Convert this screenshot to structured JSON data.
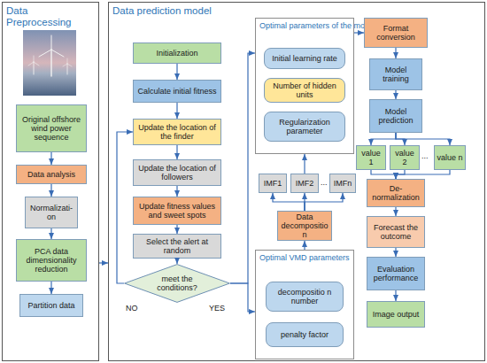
{
  "diagram": {
    "nodes": [
      {
        "text": [
          "Data Preprocessing"
        ]
      },
      {
        "text": [
          "Original offshore wind power sequence"
        ],
        "in": 0
      },
      {
        "text": [
          "Data analysis"
        ],
        "in": 0
      },
      {
        "text": [
          "Normalizati-on"
        ],
        "in": 0
      },
      {
        "text": [
          "PCA data dimensionality reduction"
        ],
        "in": 0
      },
      {
        "text": [
          "Partition data"
        ],
        "in": 0
      },
      {
        "text": [
          "Data prediction model"
        ]
      },
      {
        "text": [
          "Initialization"
        ],
        "in": 6
      },
      {
        "text": [
          "Calculate initial fitness"
        ],
        "in": 6
      },
      {
        "text": [
          "Update the location of the finder"
        ],
        "in": 6
      },
      {
        "text": [
          "Update the location of followers"
        ],
        "in": 6
      },
      {
        "text": [
          "Update fitness values and sweet spots"
        ],
        "in": 6
      },
      {
        "text": [
          "Select the alert at random"
        ],
        "in": 6
      },
      {
        "text": [
          "meet the conditions?"
        ],
        "in": 6
      },
      {
        "text": [
          "Optimal parameters of the model"
        ],
        "in": 6
      },
      {
        "text": [
          "Initial learning rate"
        ],
        "in": 14
      },
      {
        "text": [
          "Number of hidden units"
        ],
        "in": 14
      },
      {
        "text": [
          "Regularization parameter"
        ],
        "in": 14
      },
      {
        "text": [
          "IMF1"
        ],
        "in": 6
      },
      {
        "text": [
          "IMF2"
        ],
        "in": 6
      },
      {
        "text": [
          "IMFn"
        ],
        "in": 6
      },
      {
        "text": [
          "Data decompositio n"
        ],
        "in": 6
      },
      {
        "text": [
          "Optimal VMD parameters"
        ],
        "in": 6
      },
      {
        "text": [
          "decompositio n number"
        ],
        "in": 22
      },
      {
        "text": [
          "penalty factor"
        ],
        "in": 22
      },
      {
        "text": [
          "Format conversion"
        ],
        "in": 6
      },
      {
        "text": [
          "Model training"
        ],
        "in": 6
      },
      {
        "text": [
          "Model prediction"
        ],
        "in": 6
      },
      {
        "text": [
          "value 1"
        ],
        "in": 6
      },
      {
        "text": [
          "value 2"
        ],
        "in": 6
      },
      {
        "text": [
          "value n"
        ],
        "in": 6
      },
      {
        "text": [
          "De-normalization"
        ],
        "in": 6
      },
      {
        "text": [
          "Forecast the outcome"
        ],
        "in": 6
      },
      {
        "text": [
          "Evaluation performance"
        ],
        "in": 6
      },
      {
        "text": [
          "Image output"
        ],
        "in": 6
      }
    ],
    "edges": [
      {
        "from": 1,
        "to": 2,
        "arrow": "to"
      },
      {
        "from": 2,
        "to": 3,
        "arrow": "to"
      },
      {
        "from": 3,
        "to": 4,
        "arrow": "to"
      },
      {
        "from": 4,
        "to": 5,
        "arrow": "to"
      },
      {
        "from": 0,
        "to": 6,
        "arrow": "to"
      },
      {
        "from": 7,
        "to": 8,
        "arrow": "to"
      },
      {
        "from": 8,
        "to": 9,
        "arrow": "to"
      },
      {
        "from": 9,
        "to": 10,
        "arrow": "to"
      },
      {
        "from": 10,
        "to": 11,
        "arrow": "to"
      },
      {
        "from": 11,
        "to": 12,
        "arrow": "to"
      },
      {
        "from": 12,
        "to": 13,
        "arrow": "to"
      },
      {
        "from": 13,
        "to": 9,
        "label": "NO",
        "arrow": "to"
      },
      {
        "from": 13,
        "to": 14,
        "label": "YES",
        "arrow": "to"
      },
      {
        "from": 13,
        "to": 22,
        "arrow": "to"
      },
      {
        "from": 22,
        "to": 21,
        "arrow": "to"
      },
      {
        "from": 21,
        "to": 18,
        "arrow": "to"
      },
      {
        "from": 21,
        "to": 19,
        "arrow": "to"
      },
      {
        "from": 21,
        "to": 20,
        "arrow": "to"
      },
      {
        "from": 19,
        "to": 14,
        "arrow": "to"
      },
      {
        "from": 14,
        "to": 25,
        "arrow": "to"
      },
      {
        "from": 25,
        "to": 26,
        "arrow": "to"
      },
      {
        "from": 26,
        "to": 27,
        "arrow": "to"
      },
      {
        "from": 27,
        "to": 28,
        "arrow": "to"
      },
      {
        "from": 27,
        "to": 29,
        "arrow": "to"
      },
      {
        "from": 27,
        "to": 30,
        "arrow": "to"
      },
      {
        "from": 28,
        "to": 31,
        "arrow": "to"
      },
      {
        "from": 29,
        "to": 31,
        "arrow": "to"
      },
      {
        "from": 30,
        "to": 31,
        "arrow": "to"
      },
      {
        "from": 31,
        "to": 32,
        "arrow": "to"
      },
      {
        "from": 32,
        "to": 33,
        "arrow": "to"
      },
      {
        "from": 33,
        "to": 34,
        "arrow": "to"
      }
    ],
    "labels": [
      "...",
      "..."
    ]
  }
}
